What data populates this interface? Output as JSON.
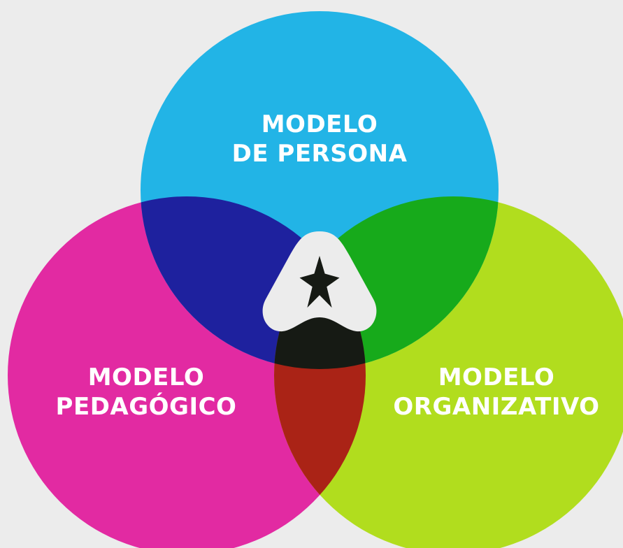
{
  "venn": {
    "sets": [
      {
        "id": "persona",
        "line1": "MODELO",
        "line2": "DE PERSONA",
        "color": "#22b4e6"
      },
      {
        "id": "pedagogico",
        "line1": "MODELO",
        "line2": "PEDAGÓGICO",
        "color": "#e22aa2"
      },
      {
        "id": "organizativo",
        "line1": "MODELO",
        "line2": "ORGANIZATIVO",
        "color": "#b1dd1e"
      }
    ],
    "overlaps": {
      "persona_pedagogico": "#1e219e",
      "persona_organizativo": "#17aa1b",
      "pedagogico_organizativo": "#aa2316",
      "center": "#161a14"
    },
    "background": "#ececec",
    "logo": {
      "icon": "triangle-star-logo",
      "fill": "#ececec",
      "star_color": "#161a14"
    }
  }
}
